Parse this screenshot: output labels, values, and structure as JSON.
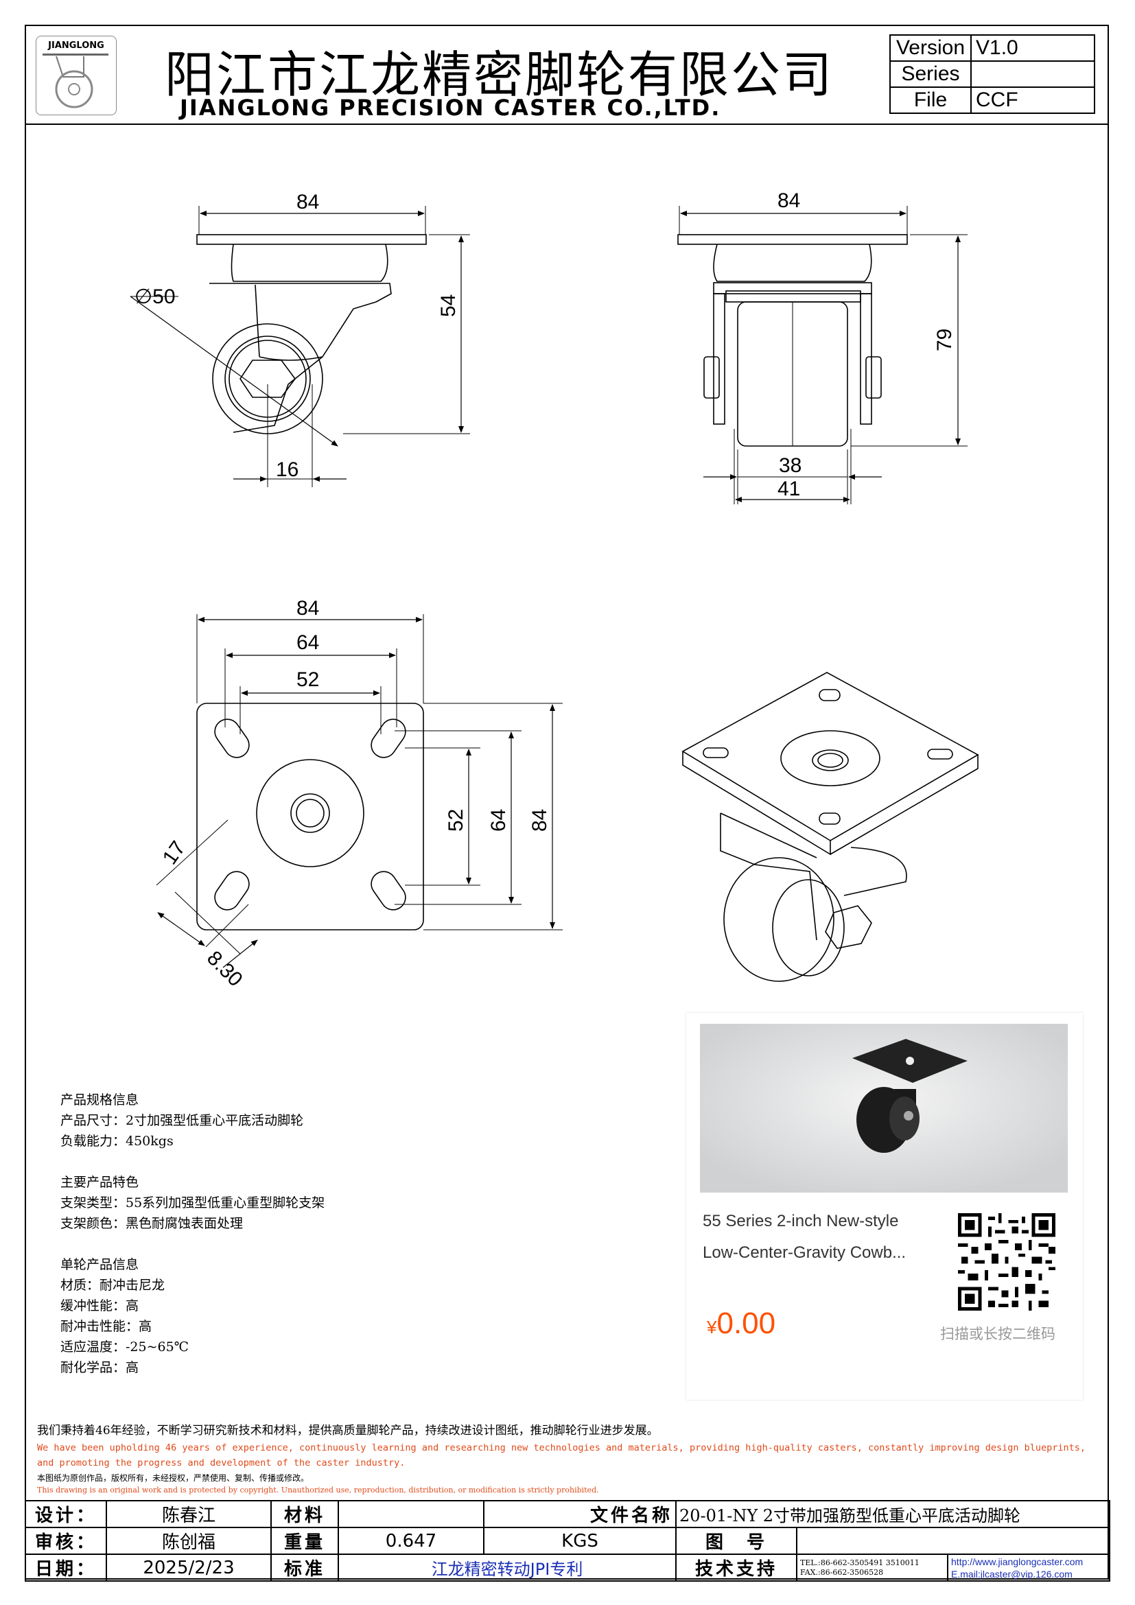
{
  "header": {
    "logo_text": "JIANGLONG",
    "company_cn": "阳江市江龙精密脚轮有限公司",
    "company_en": "JIANGLONG PRECISION CASTER CO.,LTD.",
    "version_label": "Version",
    "version_value": "V1.0",
    "series_label": "Series",
    "series_value": "",
    "file_label": "File",
    "file_value": "CCF"
  },
  "dimensions": {
    "side_width": "84",
    "side_wheel_dia": "∅50",
    "side_height": "54",
    "side_offset": "16",
    "front_width": "84",
    "front_height": "79",
    "front_wheel_width": "38",
    "front_leg_width": "41",
    "plate_outer": "84",
    "plate_mid": "64",
    "plate_inner": "52",
    "plate_v_inner": "52",
    "plate_v_mid": "64",
    "plate_v_outer": "84",
    "slot_length": "17",
    "slot_width": "8.30"
  },
  "spec": {
    "sec1_title": "产品规格信息",
    "size": "产品尺寸：2寸加强型低重心平底活动脚轮",
    "load": "负载能力：450kgs",
    "sec2_title": "主要产品特色",
    "bracket_type": "支架类型：55系列加强型低重心重型脚轮支架",
    "bracket_color": "支架颜色：黑色耐腐蚀表面处理",
    "sec3_title": "单轮产品信息",
    "material": "材质：耐冲击尼龙",
    "cushion": "缓冲性能：高",
    "impact": "耐冲击性能：高",
    "temp": "适应温度：-25~65℃",
    "chem": "耐化学品：高"
  },
  "card": {
    "line1": "55 Series 2-inch New-style",
    "line2": "Low-Center-Gravity Cowb...",
    "currency": "¥",
    "price": "0.00",
    "qr_hint": "扫描或长按二维码"
  },
  "notes": {
    "cn": "我们秉持着46年经验，不断学习研究新技术和材料，提供高质量脚轮产品，持续改进设计图纸，推动脚轮行业进步发展。",
    "en": "We have been upholding 46 years of experience, continuously learning and researching new technologies and materials, providing high-quality casters, constantly improving design blueprints, and promoting the progress and development of the caster industry.",
    "copyright_cn": "本图纸为原创作品，版权所有，未经授权，严禁使用、复制、传播或修改。",
    "copyright_en": "This drawing is an original work and is protected by copyright. Unauthorized use, reproduction, distribution, or modification is strictly prohibited."
  },
  "title_block": {
    "design_label": "设计：",
    "designer": "陈春江",
    "material_label": "材料",
    "material_value": "",
    "filename_label": "文件名称",
    "filename_value": "20-01-NY 2寸带加强筋型低重心平底活动脚轮",
    "review_label": "审核：",
    "reviewer": "陈创福",
    "weight_label": "重量",
    "weight_value": "0.647",
    "weight_unit": "KGS",
    "drawing_no_label": "图　号",
    "drawing_no_value": "",
    "date_label": "日期：",
    "date_value": "2025/2/23",
    "standard_label": "标准",
    "standard_value": "江龙精密转动JPI专利",
    "support_label": "技术支持",
    "tel": "TEL.:86-662-3505491 3510011",
    "fax": "FAX.:86-662-3506528",
    "web": "http://www.jianglongcaster.com",
    "email": "E.mail:jlcaster@vip.126.com"
  }
}
